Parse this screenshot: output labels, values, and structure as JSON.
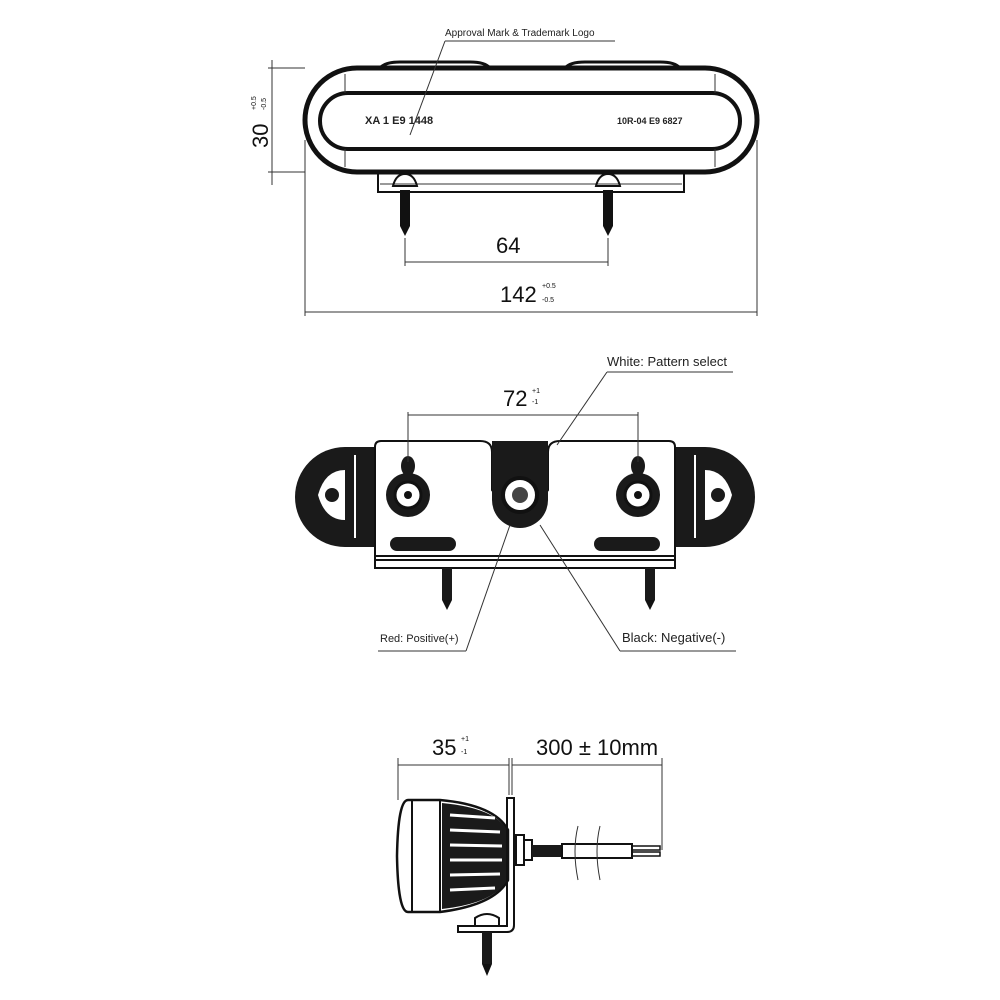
{
  "top_view": {
    "callout": "Approval Mark & Trademark Logo",
    "marking_left": "XA 1  E9  1448",
    "marking_right": "10R-04  E9  6827",
    "height_dim": "30",
    "height_tol_plus": "+0.5",
    "height_tol_minus": "-0.5",
    "screw_spacing_dim": "64",
    "width_dim": "142",
    "width_tol_plus": "+0.5",
    "width_tol_minus": "-0.5"
  },
  "rear_view": {
    "callout_white": "White: Pattern select",
    "hole_spacing_dim": "72",
    "hole_tol_plus": "+1",
    "hole_tol_minus": "-1",
    "callout_red": "Red: Positive(+)",
    "callout_black": "Black: Negative(-)"
  },
  "side_view": {
    "depth_dim": "35",
    "depth_tol_plus": "+1",
    "depth_tol_minus": "-1",
    "cable_dim": "300 ± 10mm"
  },
  "colors": {
    "line": "#111111",
    "background": "#ffffff"
  }
}
